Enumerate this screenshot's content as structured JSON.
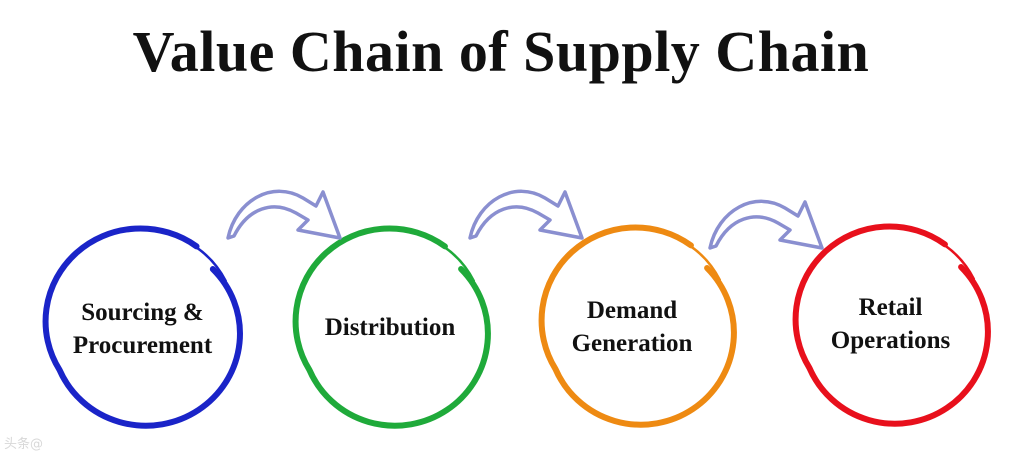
{
  "title": "Value Chain of Supply Chain",
  "arrow_color": "#8a8fd0",
  "stages": [
    {
      "lines": [
        "Sourcing &",
        "Procurement"
      ],
      "color": "#1a24c8"
    },
    {
      "lines": [
        "Distribution"
      ],
      "color": "#1faa3a"
    },
    {
      "lines": [
        "Demand",
        "Generation"
      ],
      "color": "#ee8a12"
    },
    {
      "lines": [
        "Retail",
        "Operations"
      ],
      "color": "#e8101c"
    }
  ],
  "watermark": "头条@"
}
